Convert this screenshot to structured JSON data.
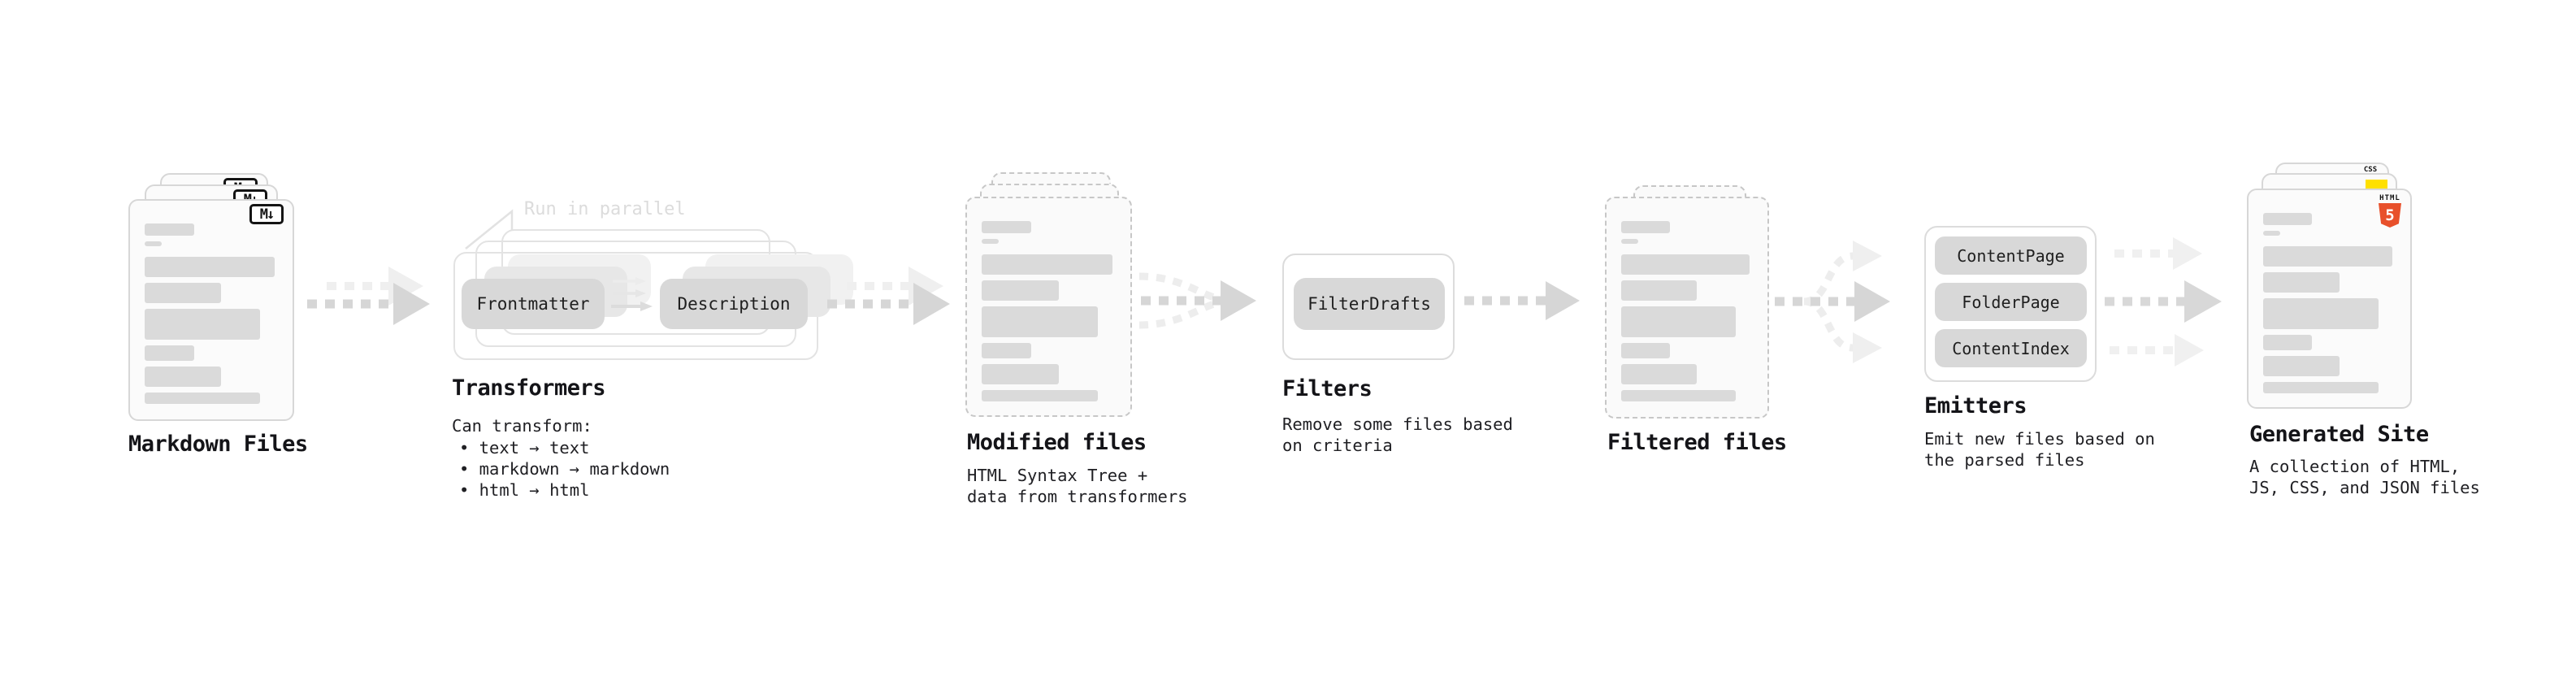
{
  "colors": {
    "html5_orange": "#e8502b",
    "css_blue": "#2760e0",
    "js_yellow": "#ffe000",
    "bar_gray": "#dadada",
    "arrow_dark": "#d6d6d6",
    "arrow_light": "#efefef"
  },
  "icons": {
    "markdown_badge": "M↓",
    "css_badge_label": "CSS",
    "html5_label": "HTML",
    "html5_number": "5"
  },
  "stages": {
    "markdown_files": {
      "title": "Markdown Files"
    },
    "transformers": {
      "title": "Transformers",
      "parallel_note": "Run in parallel",
      "left_box": "Frontmatter",
      "right_box": "Description",
      "desc_heading": "Can transform:",
      "bullets": [
        "• text → text",
        "• markdown → markdown",
        "• html → html"
      ]
    },
    "modified_files": {
      "title": "Modified files",
      "desc": [
        "HTML Syntax Tree +",
        "data from transformers"
      ]
    },
    "filters": {
      "title": "Filters",
      "box": "FilterDrafts",
      "desc": [
        "Remove some files based",
        "on criteria"
      ]
    },
    "filtered_files": {
      "title": "Filtered files"
    },
    "emitters": {
      "title": "Emitters",
      "boxes": [
        "ContentPage",
        "FolderPage",
        "ContentIndex"
      ],
      "desc": [
        "Emit new files based on",
        "the parsed files"
      ]
    },
    "generated_site": {
      "title": "Generated Site",
      "desc": [
        "A collection of HTML,",
        "JS, CSS, and JSON files"
      ]
    }
  },
  "doc_bars": [
    [
      38,
      15,
      7
    ],
    [
      13,
      6,
      13
    ],
    [
      100,
      25,
      7
    ],
    [
      59,
      25,
      7
    ],
    [
      89,
      38,
      7
    ],
    [
      38,
      19,
      7
    ],
    [
      59,
      25,
      7
    ],
    [
      89,
      14,
      0
    ]
  ]
}
